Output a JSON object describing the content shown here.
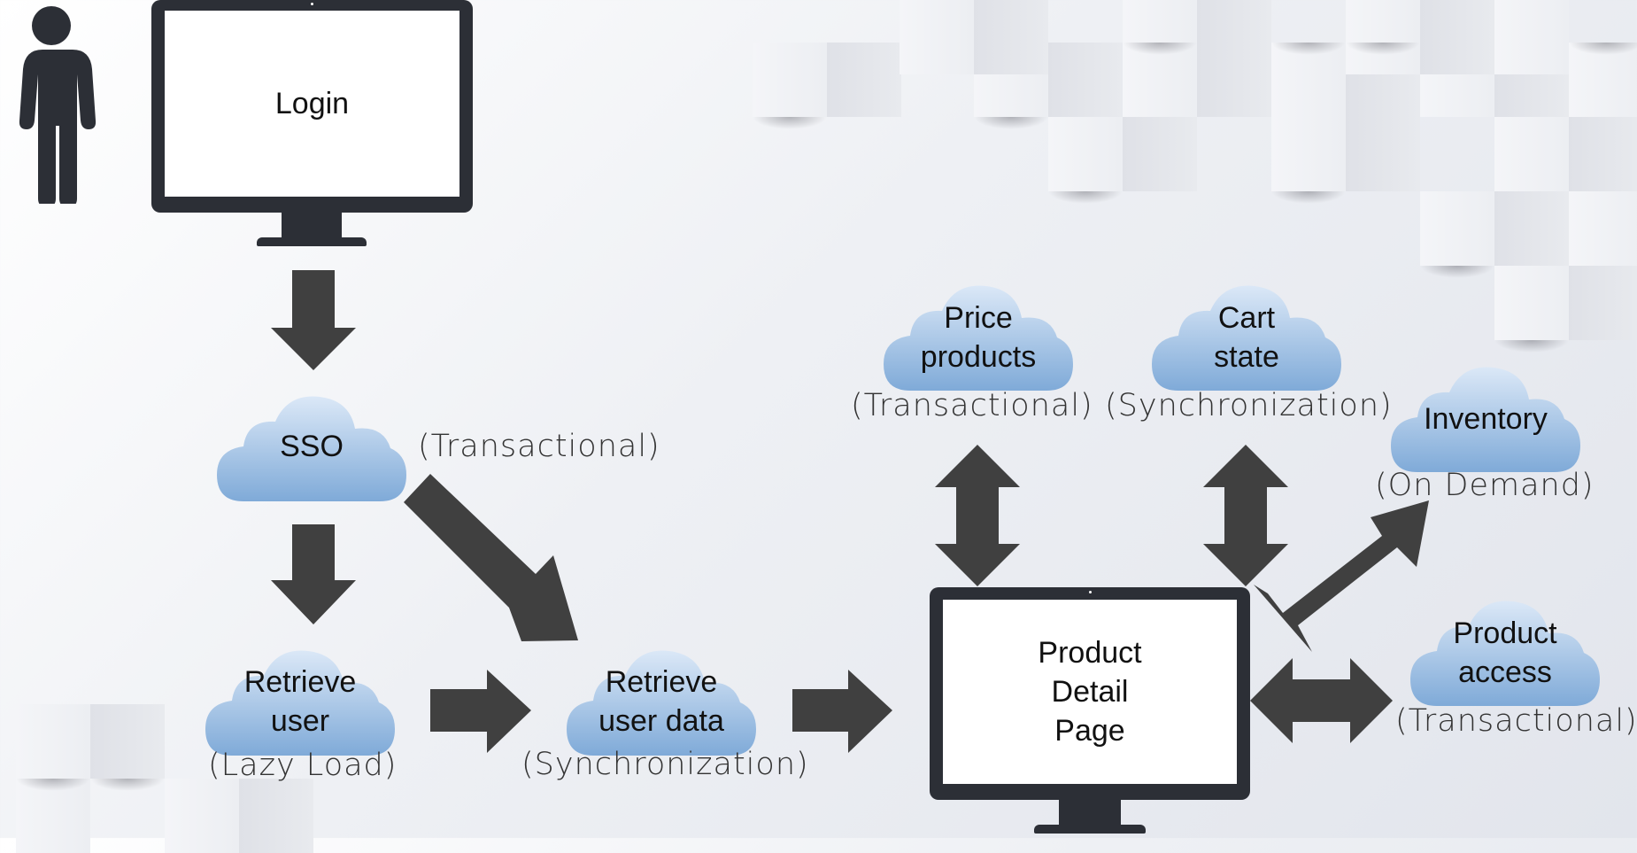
{
  "monitors": {
    "login": {
      "label": "Login"
    },
    "product_detail": {
      "line1": "Product",
      "line2": "Detail",
      "line3": "Page"
    }
  },
  "clouds": {
    "sso": {
      "label": "SSO"
    },
    "retrieve_user": {
      "line1": "Retrieve",
      "line2": "user"
    },
    "retrieve_user_data": {
      "line1": "Retrieve",
      "line2": "user data"
    },
    "price_products": {
      "line1": "Price",
      "line2": "products"
    },
    "cart_state": {
      "line1": "Cart",
      "line2": "state"
    },
    "inventory": {
      "label": "Inventory"
    },
    "product_access": {
      "line1": "Product",
      "line2": "access"
    }
  },
  "captions": {
    "sso": "(Transactional)",
    "retrieve_user": "(Lazy Load)",
    "retrieve_user_data": "(Synchronization)",
    "price_products": "(Transactional)",
    "cart_state": "(Synchronization)",
    "inventory": "(On Demand)",
    "product_access": "(Transactional)"
  },
  "colors": {
    "cloud_top": "#dbe8f7",
    "cloud_bottom": "#7faad8",
    "arrow": "#404040",
    "monitor_frame": "#2c2f36",
    "person": "#2c2f36"
  },
  "icons": {
    "person": "person-icon"
  }
}
